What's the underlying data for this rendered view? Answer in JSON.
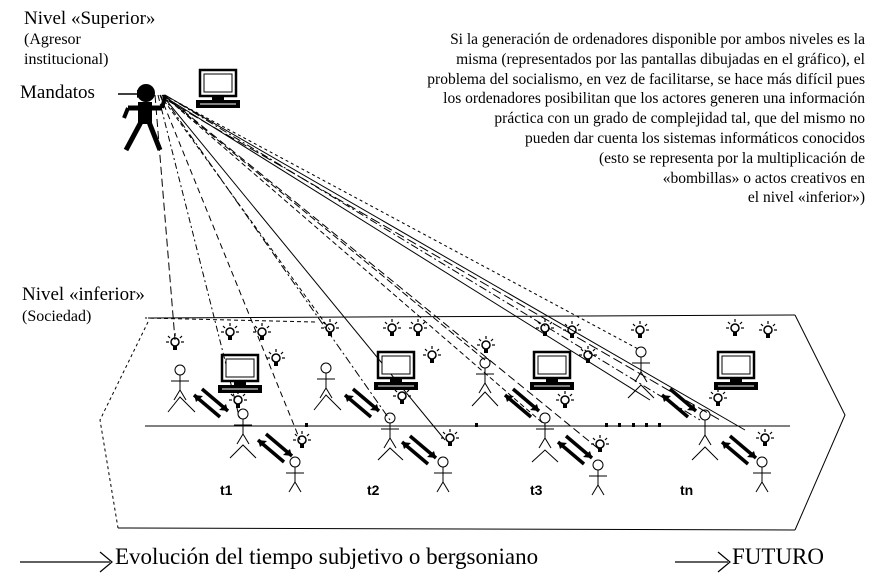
{
  "upper": {
    "title": "Nivel «Superior»",
    "subtitle_line1": "(Agresor",
    "subtitle_line2": "institucional)",
    "mandates_label": "Mandatos"
  },
  "lower": {
    "title": "Nivel «inferior»",
    "subtitle": "(Sociedad)"
  },
  "note_lines": [
    "Si la generación de ordenadores disponible por ambos niveles es la",
    "misma (representados por las pantallas dibujadas en el gráfico), el",
    "problema del socialismo, en vez de facilitarse, se hace más difícil pues",
    "los ordenadores posibilitan que los actores generen una información",
    "práctica con un grado de complejidad tal, que del mismo no",
    "pueden dar cuenta los sistemas informáticos conocidos",
    "(esto se representa por la multiplicación de",
    "«bombillas» o actos creativos en",
    "el nivel «inferior»)"
  ],
  "time_labels": [
    "t1",
    "t2",
    "t3",
    "tn"
  ],
  "caption": {
    "main": "Evolución del tiempo subjetivo o bergsoniano",
    "end": "FUTURO"
  }
}
